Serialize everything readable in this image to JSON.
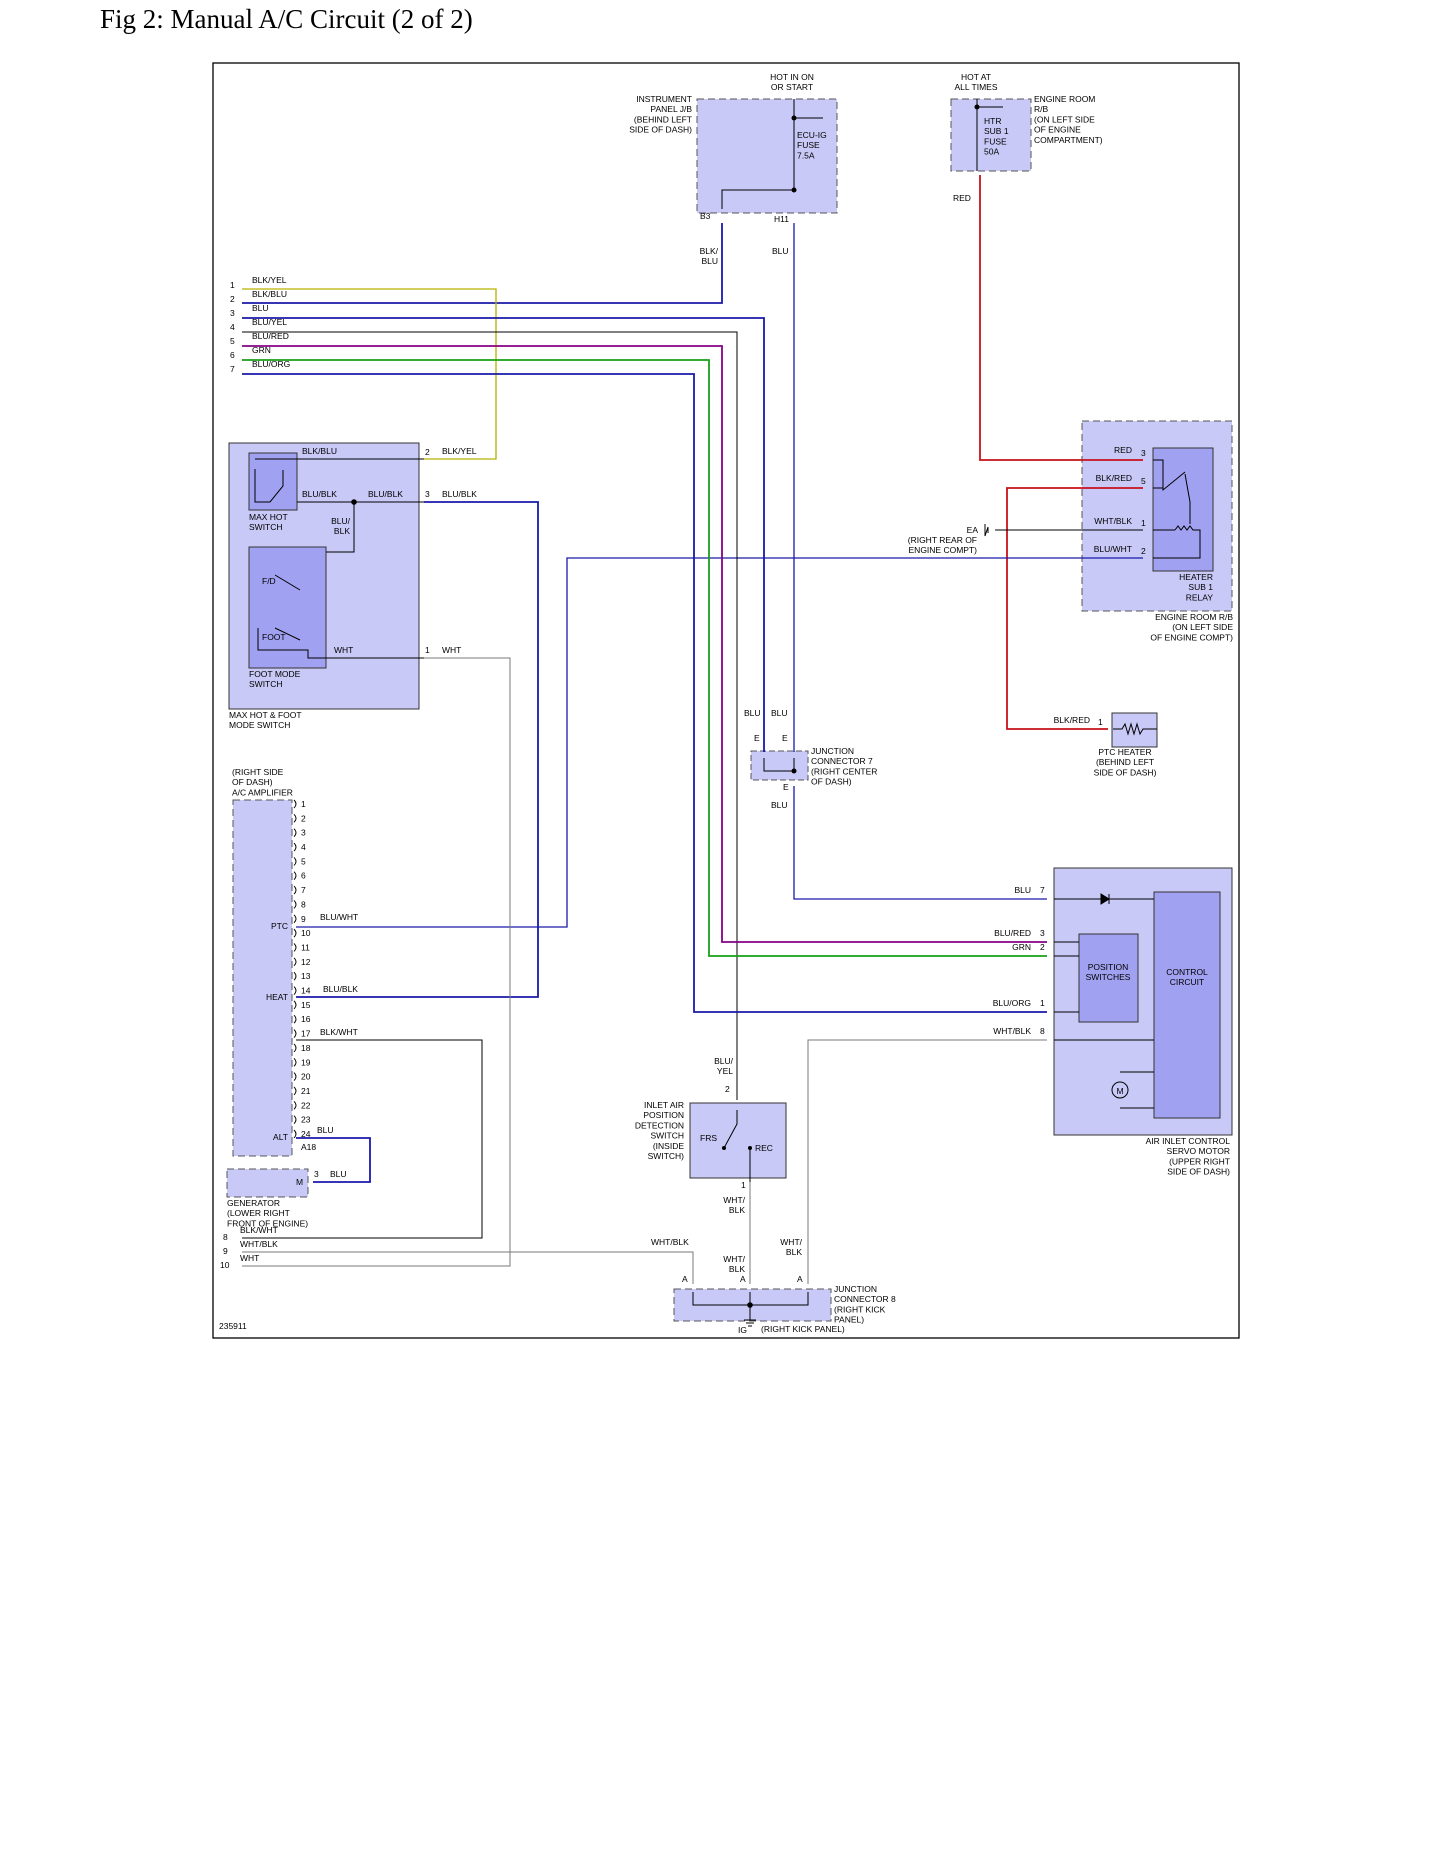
{
  "title": "Fig 2: Manual A/C Circuit (2 of 2)",
  "colors": {
    "component_fill": "#c9c9f7",
    "inner_fill": "#a1a1f1",
    "blu": "#1a1aaa",
    "red": "#c8101a",
    "grn": "#18a018",
    "yel": "#b8b000",
    "pur": "#880088",
    "gray": "#7a7a7a",
    "black": "#000000"
  },
  "labels": {
    "hot_in_on": "HOT IN ON\nOR START",
    "hot_at_all": "HOT AT\nALL TIMES",
    "instrument_panel_jb": "INSTRUMENT\nPANEL J/B\n(BEHIND LEFT\nSIDE OF DASH)",
    "ecu_ig": "ECU-IG\nFUSE\n7.5A",
    "htr_sub1": "HTR\nSUB 1\nFUSE\n50A",
    "engine_room_rb_top": "ENGINE ROOM\nR/B\n(ON LEFT SIDE\nOF ENGINE\nCOMPARTMENT)",
    "b3": "B3",
    "h11": "H11",
    "red_top": "RED",
    "blk_blu_top": "BLK/\nBLU",
    "blu_top": "BLU",
    "wire1": "BLK/YEL",
    "wire2": "BLK/BLU",
    "wire3": "BLU",
    "wire4": "BLU/YEL",
    "wire5": "BLU/RED",
    "wire6": "GRN",
    "wire7": "BLU/ORG",
    "n1": "1",
    "n2": "2",
    "n3": "3",
    "n4": "4",
    "n5": "5",
    "n6": "6",
    "n7": "7",
    "mh_blkblu": "BLK/BLU",
    "mh_blublk1": "BLU/BLK",
    "mh_blublk2": "BLU/BLK",
    "mh_blublk3": "BLU/BLK",
    "mh_blkyel": "BLK/YEL",
    "mh_bluslashblk": "BLU/\nBLK",
    "mh_pin2": "2",
    "mh_pin3": "3",
    "mh_pin1": "1",
    "mh_wht1": "WHT",
    "mh_wht2": "WHT",
    "max_hot_switch": "MAX HOT\nSWITCH",
    "fd": "F/D",
    "foot": "FOOT",
    "foot_mode_switch": "FOOT MODE\nSWITCH",
    "max_hot_foot": "MAX HOT & FOOT\nMODE SWITCH",
    "relay_red": "RED",
    "relay_blkred": "BLK/RED",
    "relay_whtblk": "WHT/BLK",
    "relay_bluwht": "BLU/WHT",
    "relay_p3": "3",
    "relay_p5": "5",
    "relay_p1": "1",
    "relay_p2": "2",
    "ea": "EA",
    "ea_loc": "(RIGHT REAR OF\nENGINE COMPT)",
    "heater_relay": "HEATER\nSUB 1\nRELAY",
    "engine_room_rb_right": "ENGINE ROOM R/B\n(ON LEFT SIDE\nOF ENGINE COMPT)",
    "ptc_blkred": "BLK/RED",
    "ptc_pin": "1",
    "ptc_heater": "PTC HEATER\n(BEHIND LEFT\nSIDE OF DASH)",
    "jc7_blu1": "BLU",
    "jc7_blu2": "BLU",
    "jc7_e1": "E",
    "jc7_e2": "E",
    "jc7_e3": "E",
    "jc7_blu3": "BLU",
    "jc7_label": "JUNCTION\nCONNECTOR 7\n(RIGHT CENTER\nOF DASH)",
    "amp_label": "(RIGHT SIDE\nOF DASH)\nA/C AMPLIFIER",
    "amp_pins": [
      "1",
      "2",
      "3",
      "4",
      "5",
      "6",
      "7",
      "8",
      "9",
      "10",
      "11",
      "12",
      "13",
      "14",
      "15",
      "16",
      "17",
      "18",
      "19",
      "20",
      "21",
      "22",
      "23",
      "24"
    ],
    "ptc": "PTC",
    "heat": "HEAT",
    "alt": "ALT",
    "amp_bluwht": "BLU/WHT",
    "amp_blublk": "BLU/BLK",
    "amp_blkwht": "BLK/WHT",
    "amp_blu": "BLU",
    "a18": "A18",
    "gen_m": "M",
    "gen_pin": "3",
    "gen_blu": "BLU",
    "generator": "GENERATOR\n(LOWER RIGHT\nFRONT OF ENGINE)",
    "b8": "8",
    "b9": "9",
    "b10": "10",
    "b_blkwht": "BLK/WHT",
    "b_whtblk": "WHT/BLK",
    "b_wht": "WHT",
    "servo_blu": "BLU",
    "servo_blured": "BLU/RED",
    "servo_grn": "GRN",
    "servo_bluorg": "BLU/ORG",
    "servo_whtblk": "WHT/BLK",
    "servo_p7": "7",
    "servo_p3": "3",
    "servo_p2": "2",
    "servo_p1": "1",
    "servo_p8": "8",
    "position_switches": "POSITION\nSWITCHES",
    "control_circuit": "CONTROL\nCIRCUIT",
    "motor_m": "M",
    "servo_label": "AIR INLET CONTROL\nSERVO MOTOR\n(UPPER RIGHT\nSIDE OF DASH)",
    "inlet_bluyel": "BLU/\nYEL",
    "inlet_p2": "2",
    "inlet_p1": "1",
    "frs": "FRS",
    "rec": "REC",
    "inlet_label": "INLET AIR\nPOSITION\nDETECTION\nSWITCH\n(INSIDE\nSWITCH)",
    "inlet_whtblk": "WHT/\nBLK",
    "jc8_whtblk_left": "WHT/BLK",
    "jc8_whtblk_mid": "WHT/\nBLK",
    "jc8_whtblk_right": "WHT/\nBLK",
    "jc8_a1": "A",
    "jc8_a2": "A",
    "jc8_a3": "A",
    "jc8_label": "JUNCTION\nCONNECTOR 8\n(RIGHT KICK\nPANEL)",
    "ig": "IG",
    "ig_loc": "(RIGHT KICK PANEL)",
    "diagram_id": "235911"
  }
}
